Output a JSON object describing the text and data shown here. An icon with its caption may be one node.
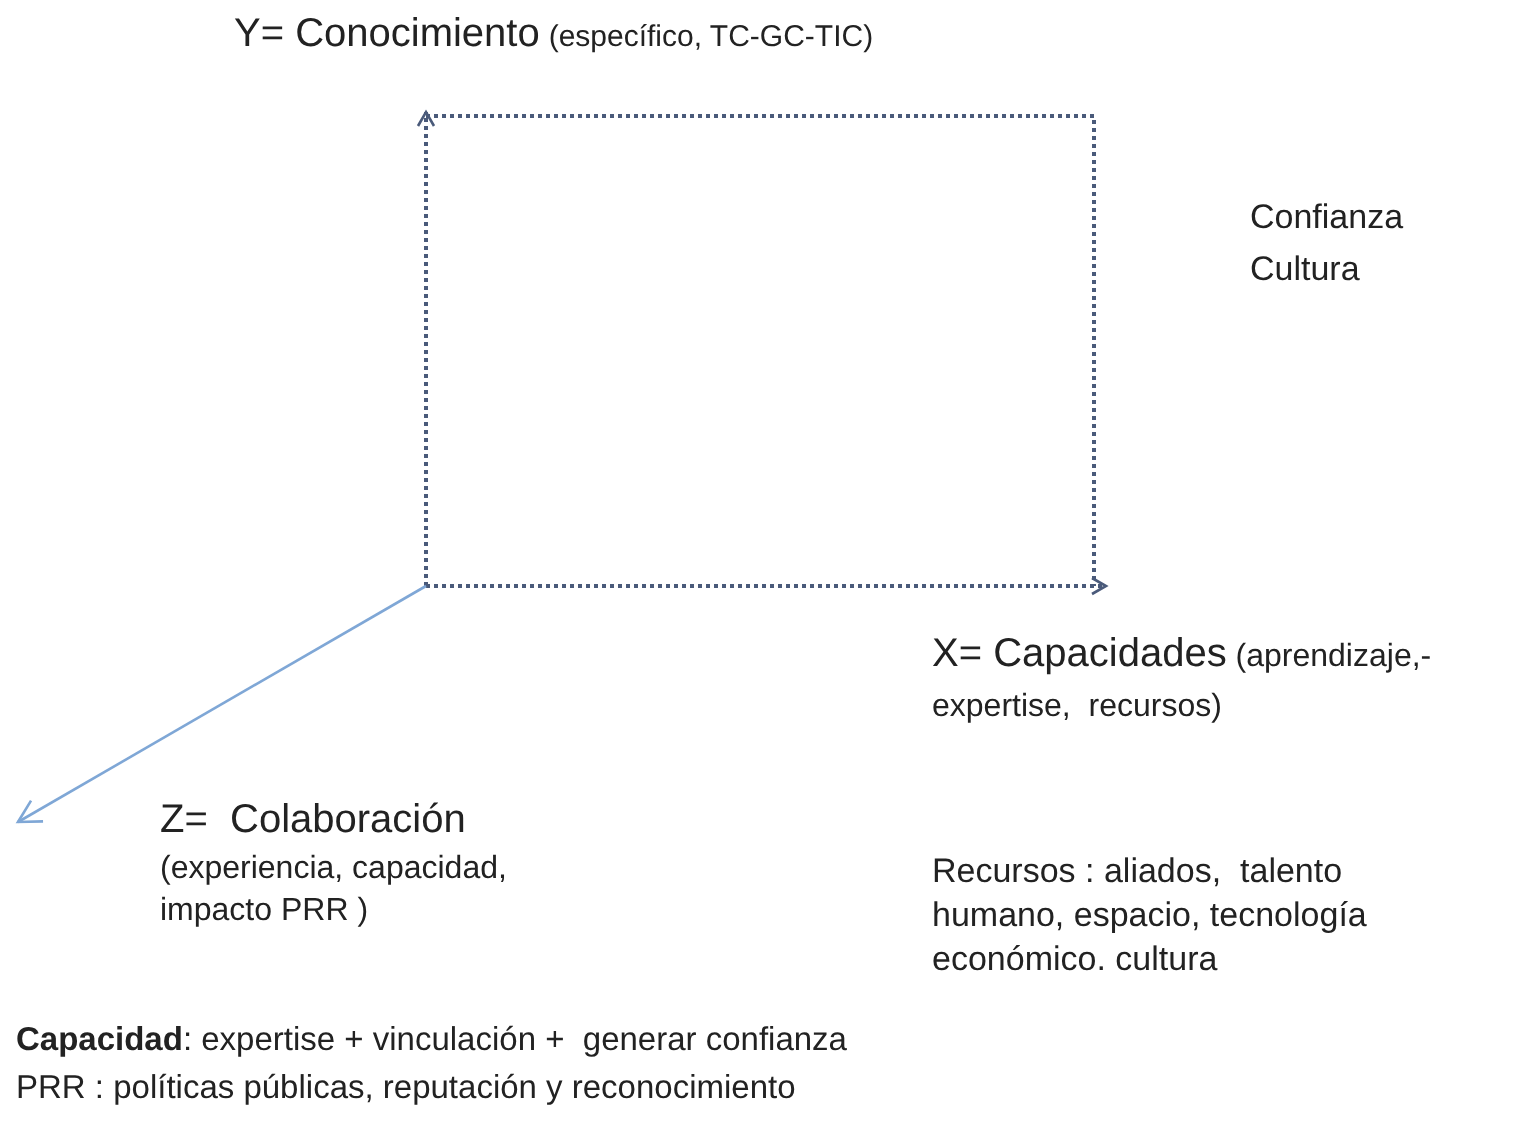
{
  "diagram": {
    "labels": [
      "Y= Conocimiento",
      "(específico, TC-GC-TIC)",
      "Confianza",
      "Cultura",
      "X= Capacidades",
      "(aprendizaje,- expertise,  recursos)",
      "Z=  Colaboración",
      "(experiencia, capacidad, impacto PRR )",
      "Recursos : aliados,  talento humano, espacio, tecnología económico. cultura",
      "**Capacidad**: expertise + vinculación +  generar confianza",
      "PRR : políticas públicas, reputación y reconocimiento"
    ]
  }
}
